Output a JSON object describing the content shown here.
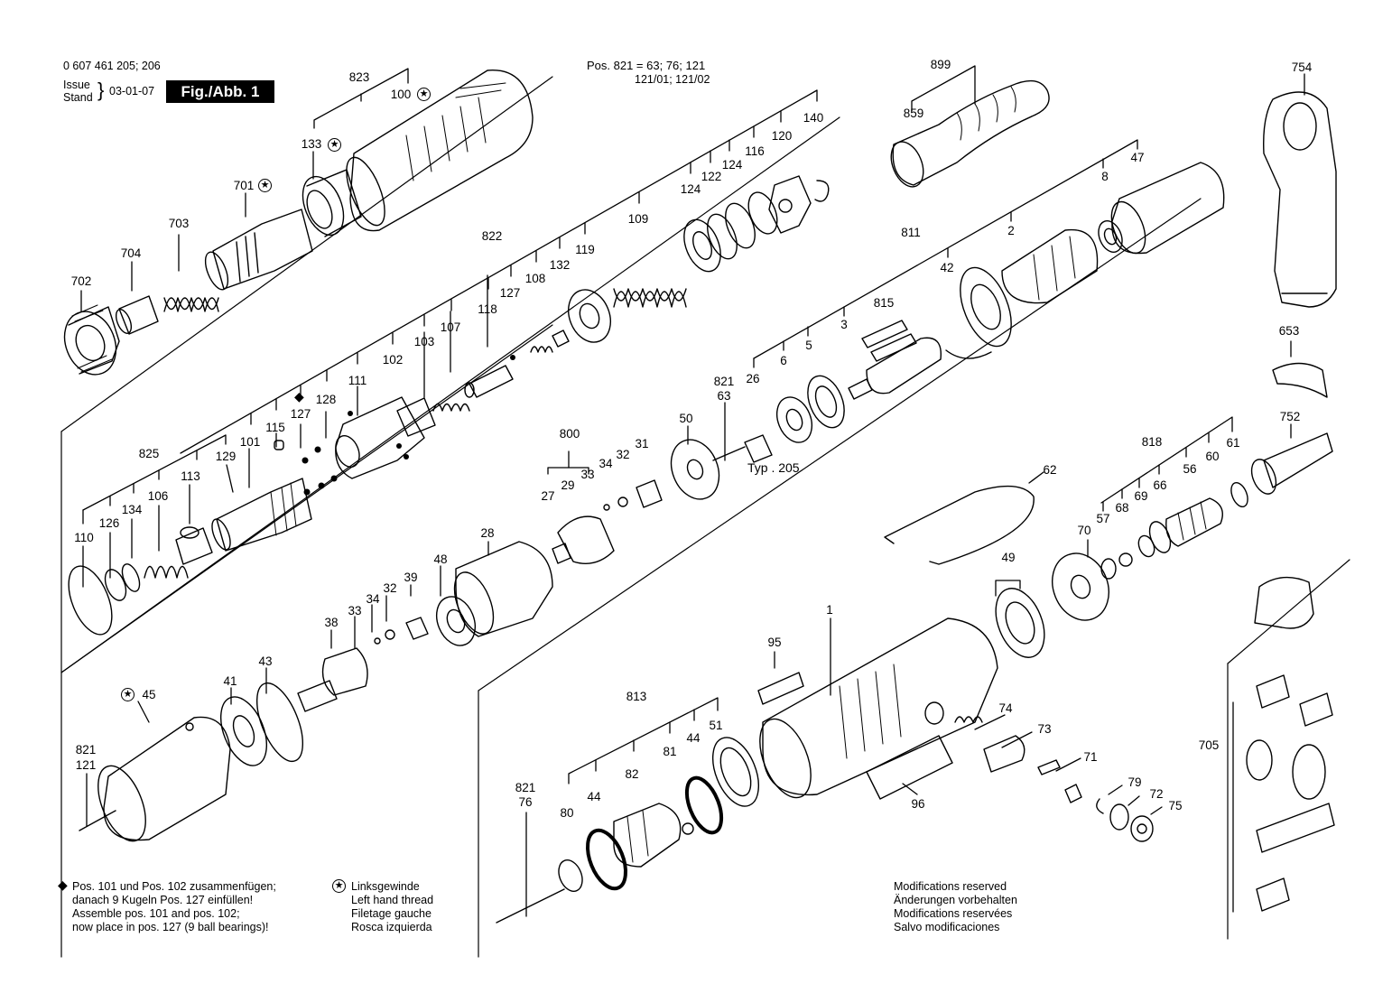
{
  "header": {
    "part_number": "0 607 461 205; 206",
    "issue_label_1": "Issue",
    "issue_label_2": "Stand",
    "issue_date": "03-01-07",
    "figure": "Fig./Abb. 1",
    "pos_note_1": "Pos. 821 = 63; 76; 121",
    "pos_note_2": "121/01; 121/02"
  },
  "variant_label": "Typ . 205",
  "part_labels": {
    "p823": "823",
    "p100": "100",
    "p133": "133",
    "p701": "701",
    "p703": "703",
    "p704": "704",
    "p702": "702",
    "p822": "822",
    "p127a": "127",
    "p108": "108",
    "p132": "132",
    "p119": "119",
    "p118": "118",
    "p107": "107",
    "p103": "103",
    "p102": "102",
    "p111": "111",
    "p128": "128",
    "p127b": "127",
    "p115": "115",
    "p101": "101",
    "p129": "129",
    "p825": "825",
    "p113": "113",
    "p106": "106",
    "p134": "134",
    "p126": "126",
    "p110": "110",
    "p109": "109",
    "p124a": "124",
    "p122": "122",
    "p124b": "124",
    "p116": "116",
    "p120": "120",
    "p140": "140",
    "p899": "899",
    "p859": "859",
    "p754": "754",
    "p8": "8",
    "p47": "47",
    "p811": "811",
    "p2": "2",
    "p42": "42",
    "p815": "815",
    "p3": "3",
    "p5": "5",
    "p6": "6",
    "p26": "26",
    "p821a": "821",
    "p63": "63",
    "p50": "50",
    "p800": "800",
    "p34": "34",
    "p32a": "32",
    "p31": "31",
    "p27": "27",
    "p29": "29",
    "p33a": "33",
    "p28": "28",
    "p48": "48",
    "p39": "39",
    "p32b": "32",
    "p34b": "34",
    "p33b": "33",
    "p38": "38",
    "p43": "43",
    "p41": "41",
    "p45": "45",
    "p821b": "821",
    "p121": "121",
    "p653": "653",
    "p752": "752",
    "p818": "818",
    "p61": "61",
    "p60": "60",
    "p56": "56",
    "p66": "66",
    "p69": "69",
    "p68": "68",
    "p57": "57",
    "p70": "70",
    "p62": "62",
    "p49": "49",
    "p1": "1",
    "p95": "95",
    "p813": "813",
    "p51": "51",
    "p44a": "44",
    "p81": "81",
    "p82": "82",
    "p44b": "44",
    "p80": "80",
    "p821c": "821",
    "p76": "76",
    "p74": "74",
    "p73": "73",
    "p71": "71",
    "p79": "79",
    "p72": "72",
    "p75": "75",
    "p96": "96",
    "p705": "705"
  },
  "footnotes": {
    "assembly_1": "Pos. 101 und Pos. 102 zusammenfügen;",
    "assembly_2": "danach 9 Kugeln Pos. 127 einfüllen!",
    "assembly_3": "Assemble pos. 101 and pos. 102;",
    "assembly_4": "now place in pos. 127 (9 ball bearings)!",
    "thread_1": "Linksgewinde",
    "thread_2": "Left hand thread",
    "thread_3": "Filetage gauche",
    "thread_4": "Rosca izquierda",
    "mods_1": "Modifications reserved",
    "mods_2": "Änderungen vorbehalten",
    "mods_3": "Modifications reservées",
    "mods_4": "Salvo modificaciones"
  }
}
